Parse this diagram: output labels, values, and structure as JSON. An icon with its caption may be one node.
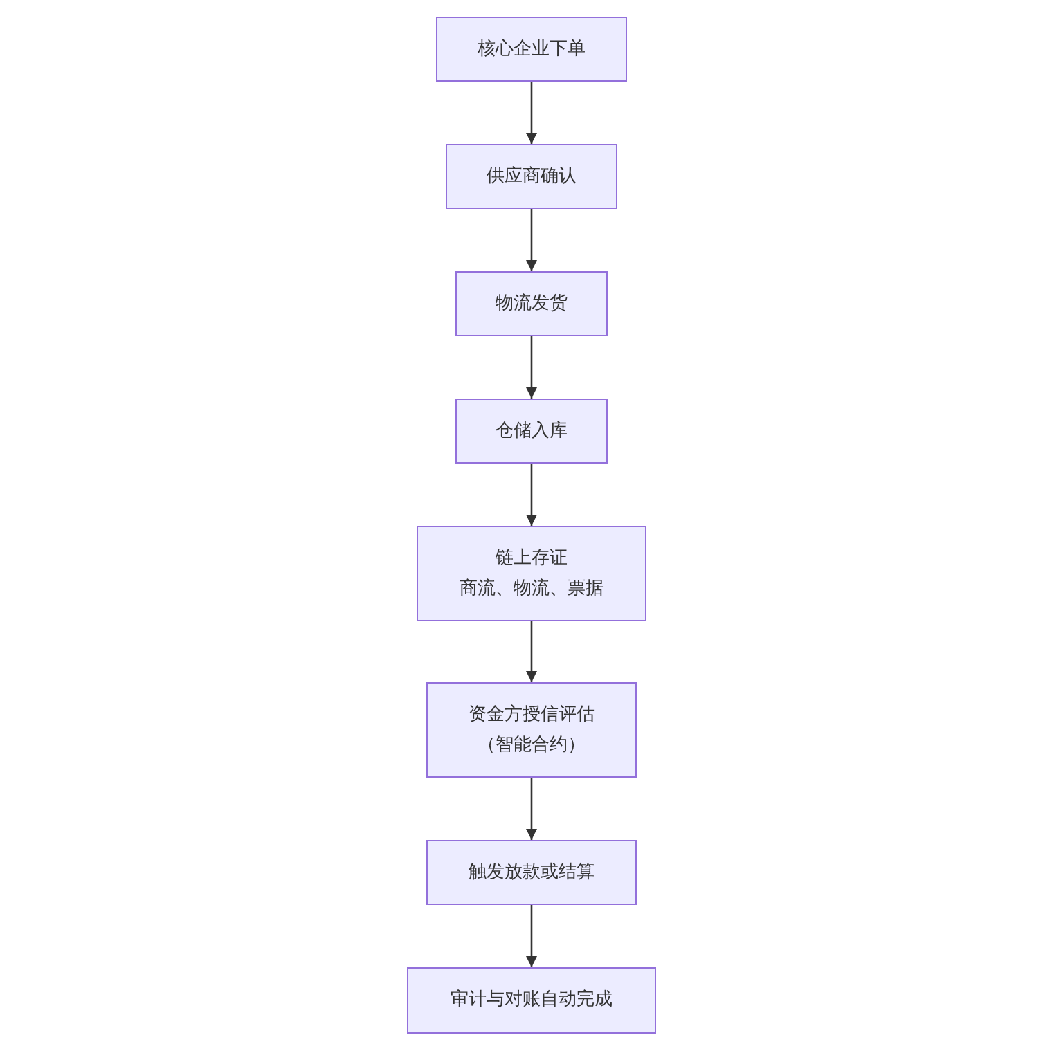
{
  "diagram": {
    "nodes": [
      {
        "text": [
          "核心企业下单"
        ]
      },
      {
        "text": [
          "供应商确认"
        ]
      },
      {
        "text": [
          "物流发货"
        ]
      },
      {
        "text": [
          "仓储入库"
        ]
      },
      {
        "text": [
          "链上存证",
          "商流、物流、票据"
        ]
      },
      {
        "text": [
          "资金方授信评估",
          "（智能合约）"
        ]
      },
      {
        "text": [
          "触发放款或结算"
        ]
      },
      {
        "text": [
          "审计与对账自动完成"
        ]
      }
    ],
    "edges": [
      {
        "from": 0,
        "to": 1,
        "arrow": "to"
      },
      {
        "from": 1,
        "to": 2,
        "arrow": "to"
      },
      {
        "from": 2,
        "to": 3,
        "arrow": "to"
      },
      {
        "from": 3,
        "to": 4,
        "arrow": "to"
      },
      {
        "from": 4,
        "to": 5,
        "arrow": "to"
      },
      {
        "from": 5,
        "to": 6,
        "arrow": "to"
      },
      {
        "from": 6,
        "to": 7,
        "arrow": "to"
      }
    ]
  }
}
